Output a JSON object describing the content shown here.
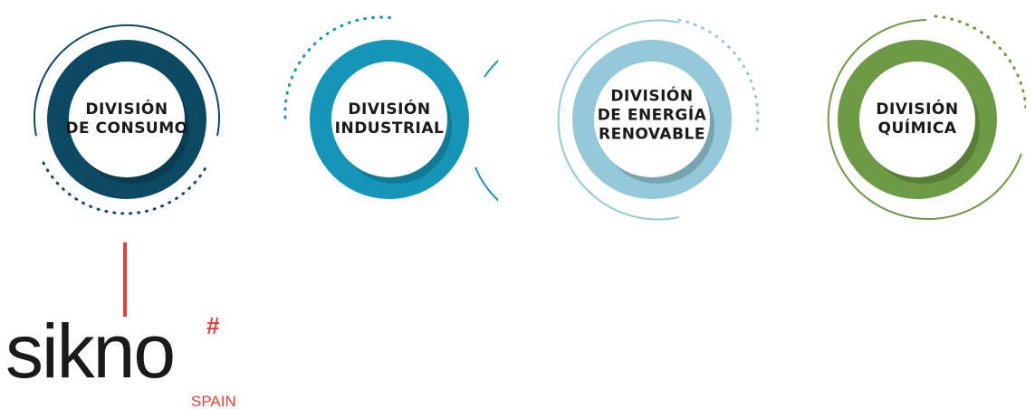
{
  "divisions": [
    {
      "lines": [
        "DIVISIÓN",
        "DE CONSUMO"
      ],
      "color": "#0c4a63"
    },
    {
      "lines": [
        "DIVISIÓN",
        "INDUSTRIAL"
      ],
      "color": "#1595b7"
    },
    {
      "lines": [
        "DIVISIÓN",
        "DE ENERGÍA",
        "RENOVABLE"
      ],
      "color": "#93c9d8"
    },
    {
      "lines": [
        "DIVISIÓN",
        "QUÍMICA"
      ],
      "color": "#6d9a44"
    }
  ],
  "logo": {
    "word": "sikno",
    "mark": "#",
    "sub": "SPAIN",
    "text_color": "#1a1a1a",
    "accent_color": "#e2403a"
  }
}
